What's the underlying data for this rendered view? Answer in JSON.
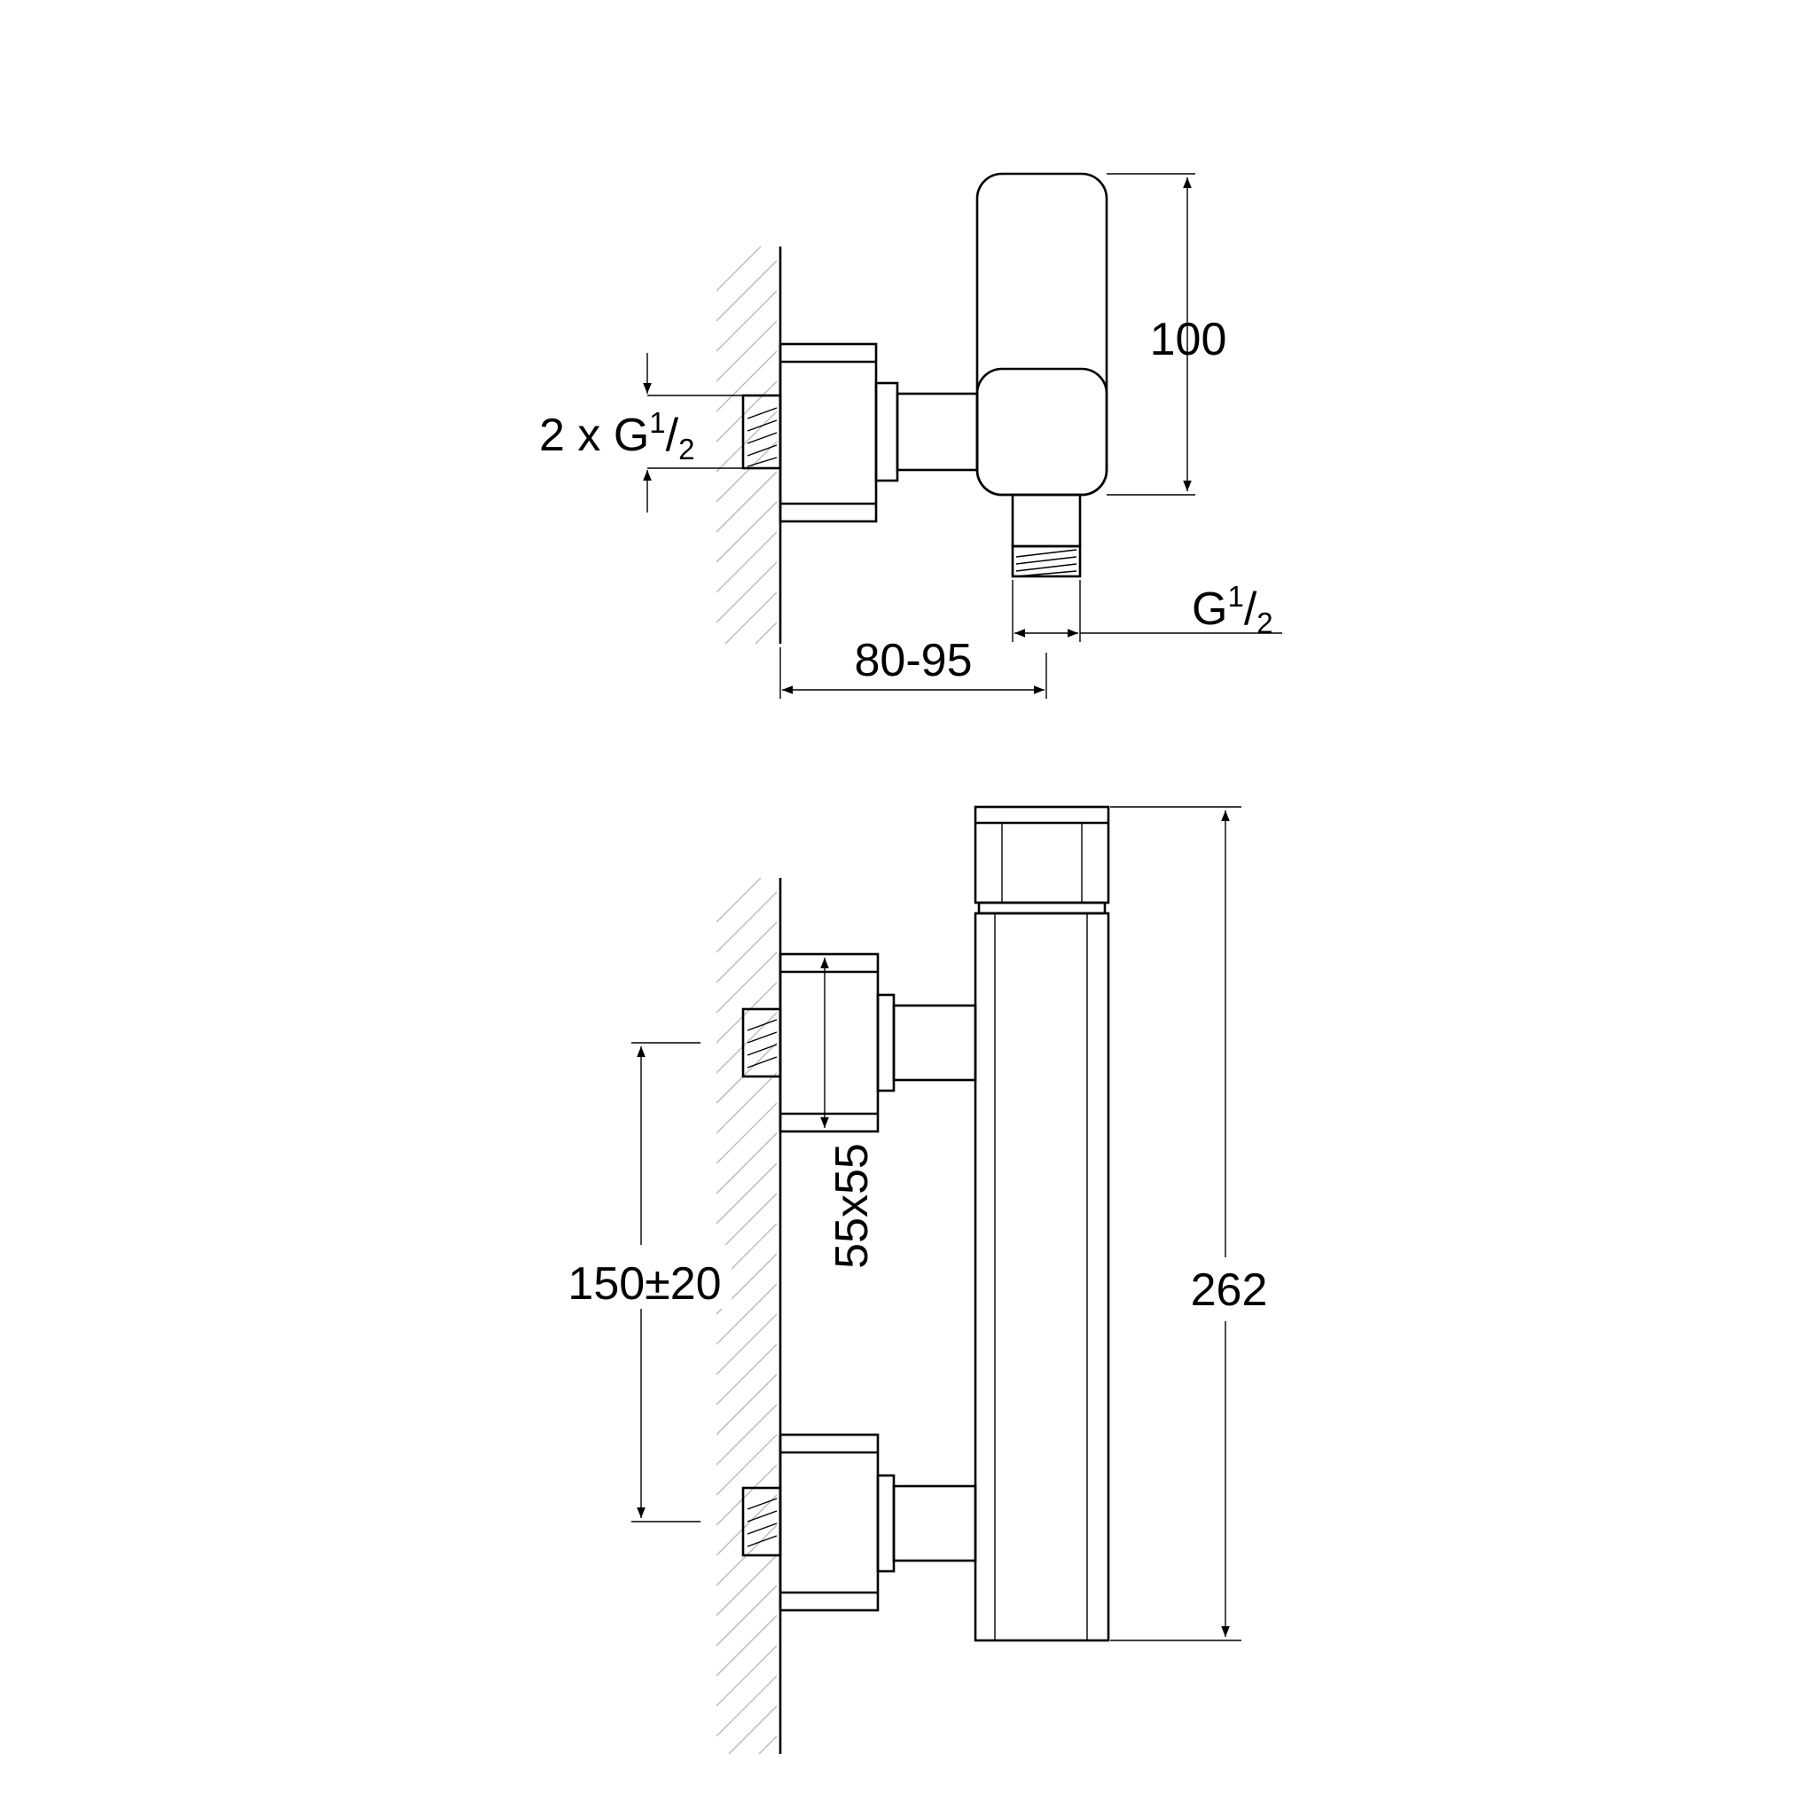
{
  "side_view": {
    "inlet_thread_label": {
      "prefix": "2 x G",
      "sup": "1",
      "slash": "/",
      "sub": "2"
    },
    "outlet_thread_label": {
      "prefix": "G",
      "sup": "1",
      "slash": "/",
      "sub": "2"
    },
    "projection_label": "80-95",
    "height_label": "100"
  },
  "front_view": {
    "flange_label": "55x55",
    "spacing_label": "150±20",
    "total_height_label": "262"
  },
  "colors": {
    "line": "#000000",
    "hatch": "#b8b8b8",
    "background": "#ffffff"
  }
}
